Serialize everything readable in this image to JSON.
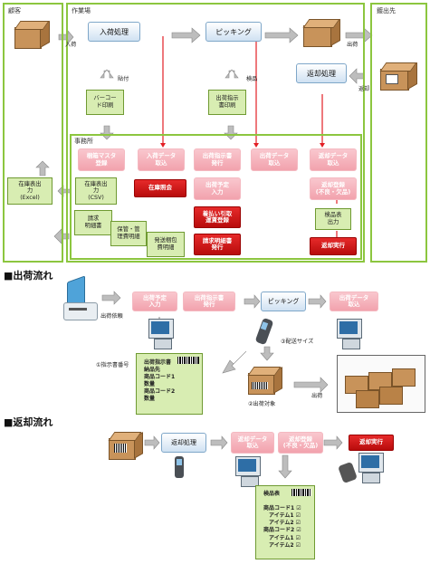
{
  "zones": {
    "customer": "顧客",
    "warehouse": "作業場",
    "shipping_dest": "鍍出先",
    "office": "事務所"
  },
  "top": {
    "receiving_button": "入荷処理",
    "picking_button": "ピッキング",
    "return_button": "返却処理",
    "arrival_label": "入荷",
    "shipping_label": "出荷",
    "return_label": "返却",
    "attach_label": "貼付",
    "inspection_label": "検品",
    "barcode_print": "バーコー\nド印刷",
    "shipping_instruction_print": "出荷指示\n書印刷"
  },
  "office": {
    "pink_items": [
      "梱箱マスタ\n登録",
      "入荷データ\n取込",
      "出荷指示書\n発行",
      "出荷データ\n取込",
      "返却データ\n取込"
    ],
    "shipping_plan_input": "出荷予定\n入力",
    "return_register": "返却登録\n(不良・欠品)",
    "stock_inquiry": "在庫照会",
    "cod_register": "着払い引取\n運賃登録",
    "invoice_issue": "請求明細書\n発行",
    "return_execute": "返却実行",
    "inspection_output": "検品表\n出力",
    "stock_csv": "在庫表出\n力\n(CSV)",
    "stock_excel": "在庫表出\n力\n(Excel)",
    "invoice_doc": "請求\n明細書",
    "storage_fee": "保管・管\n理費明細",
    "shipping_fee": "発送梱包\n費明細"
  },
  "shipping_flow": {
    "title": "■出荷流れ",
    "order_label": "出荷依頼",
    "plan_input": "出荷予定\n入力",
    "instruction_issue": "出荷指示書\n発行",
    "picking": "ピッキング",
    "data_import": "出荷データ\n取込",
    "instruction_number_label": "①指示書番号",
    "delivery_size_label": "③配送サイズ",
    "shipping_target_label": "②出荷対象",
    "ship_label": "出荷",
    "instruction_doc": "出荷指示書\n納品先\n商品コード1\n数量\n商品コード2\n数量"
  },
  "return_flow": {
    "title": "■返却流れ",
    "return_processing": "返却処理",
    "return_data_import": "返却データ\n取込",
    "return_register": "返却登録\n(不良・欠品)",
    "return_execute": "返却実行",
    "inspection_doc": "検品表\n\n商品コード1 ☑\n　アイテム1 ☑\n　アイテム2 ☑\n商品コード2 ☑\n　アイテム1 ☑\n　アイテム2 ☑"
  }
}
